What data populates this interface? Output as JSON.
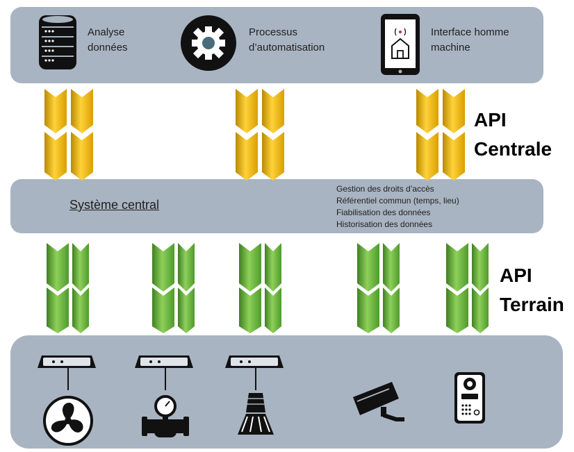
{
  "top": {
    "items": [
      {
        "line1": "Analyse",
        "line2": "données",
        "icon": "database-icon"
      },
      {
        "line1": "Processus",
        "line2": "d’automatisation",
        "icon": "gear-icon"
      },
      {
        "line1": "Interface homme",
        "line2": "machine",
        "icon": "smartphone-home-icon"
      }
    ]
  },
  "api_central": {
    "line1": "API",
    "line2": "Centrale",
    "color": "#f2b705"
  },
  "central": {
    "title": "Système central",
    "responsibilities": [
      "Gestion des droits d’accès",
      "Référentiel commun (temps, lieu)",
      "Fiabilisation des données",
      "Historisation des données"
    ]
  },
  "api_terrain": {
    "line1": "API",
    "line2": "Terrain",
    "color": "#6db33f"
  },
  "field_devices": [
    {
      "icon": "fan-icon",
      "gateway": true
    },
    {
      "icon": "valve-meter-icon",
      "gateway": true
    },
    {
      "icon": "light-fixture-icon",
      "gateway": true
    },
    {
      "icon": "security-camera-icon",
      "gateway": false
    },
    {
      "icon": "intercom-icon",
      "gateway": false
    }
  ],
  "colors": {
    "panel": "#a9b4c2",
    "dark_icon": "#111111"
  }
}
